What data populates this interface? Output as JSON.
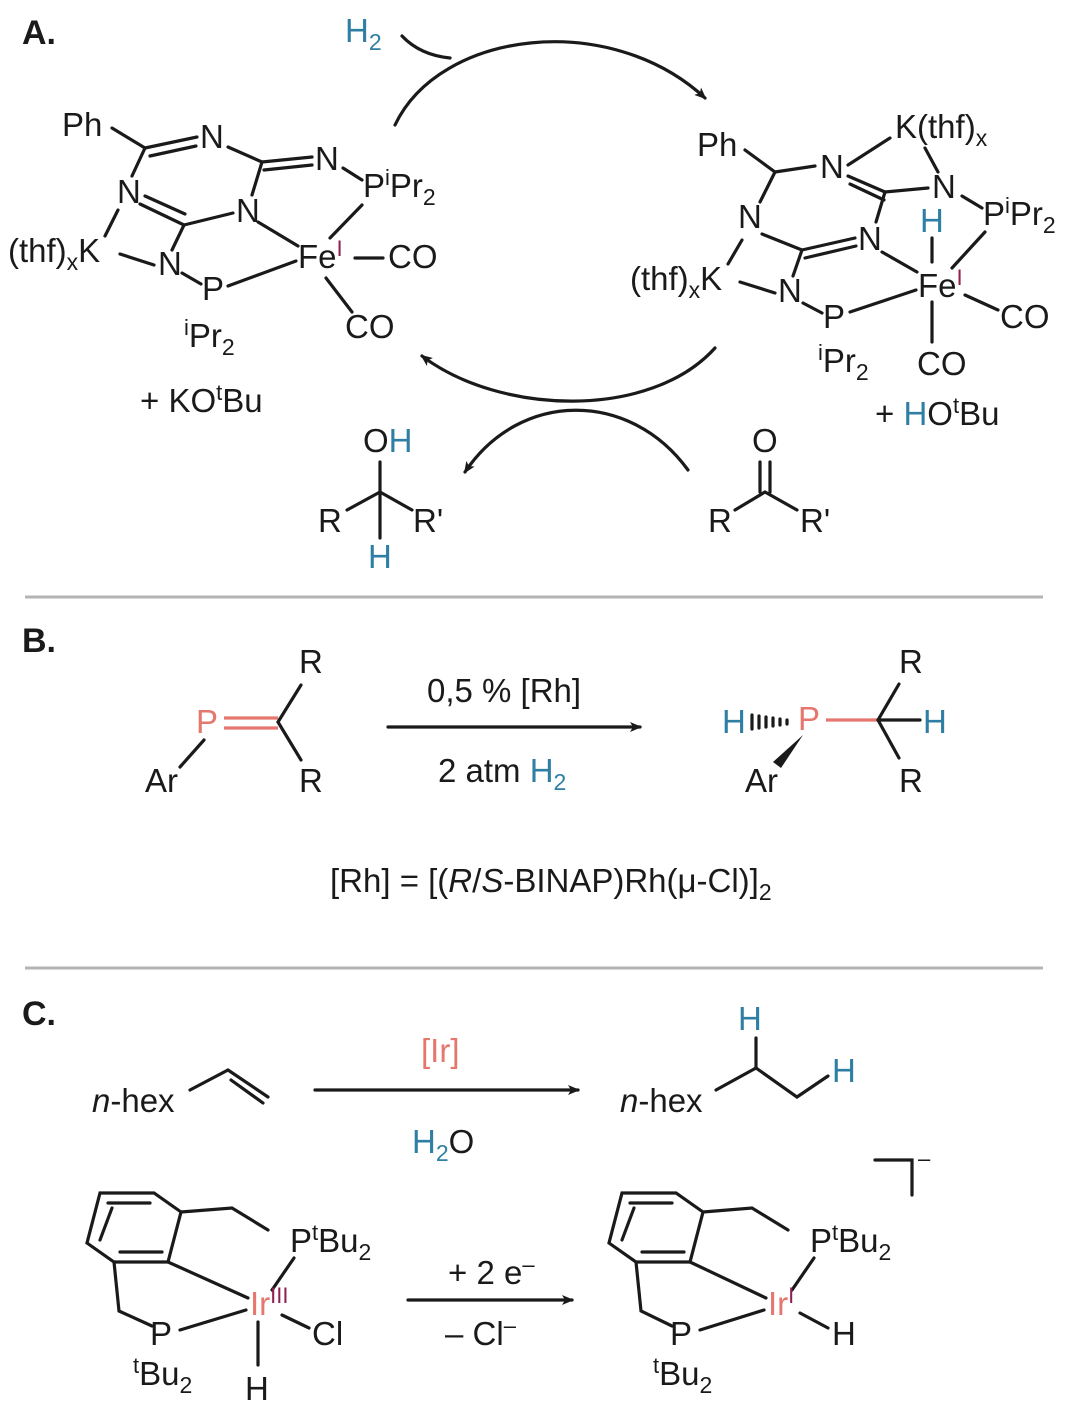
{
  "colors": {
    "hydrogen_highlight": "#2e7fa3",
    "phosphorus_iridium_highlight": "#e5776f",
    "oxidation_state": "#8e1f4e",
    "separator": "#b4b4b4"
  },
  "panel_a": {
    "label": "A.",
    "h2": {
      "main": "H",
      "sub": "2"
    },
    "left_complex": {
      "ph": "Ph",
      "n": "N",
      "p_main": "P",
      "ipr_sup": "i",
      "ipr_main": "Pr",
      "ipr_sub": "2",
      "thf": "(thf)",
      "x": "x",
      "k": "K",
      "fe": "Fe",
      "fe_ox": "I",
      "p": "P",
      "co": "CO"
    },
    "left_additive": {
      "prefix": "+ KO",
      "sup": "t",
      "suffix": "Bu"
    },
    "right_complex": {
      "ph": "Ph",
      "n": "N",
      "kthf": "K(thf)",
      "x": "x",
      "h": "H",
      "p_main": "P",
      "ipr_sup": "i",
      "ipr_main": "Pr",
      "ipr_sub": "2",
      "thf": "(thf)",
      "k": "K",
      "fe": "Fe",
      "fe_ox": "I",
      "p": "P",
      "co": "CO"
    },
    "right_additive": {
      "prefix": "+ ",
      "h": "H",
      "o": "O",
      "sup": "t",
      "suffix": "Bu"
    },
    "alcohol": {
      "o": "O",
      "h_oh": "H",
      "r": "R",
      "rp": "R'",
      "h": "H"
    },
    "ketone": {
      "o": "O",
      "r": "R",
      "rp": "R'"
    }
  },
  "panel_b": {
    "label": "B.",
    "reactant": {
      "p": "P",
      "r_top": "R",
      "r_bottom": "R",
      "ar": "Ar"
    },
    "conditions": {
      "above": "0,5 % [Rh]",
      "below_prefix": "2 atm ",
      "below_h": "H",
      "below_sub": "2"
    },
    "product": {
      "h_left": "H",
      "p": "P",
      "h_right": "H",
      "r_top": "R",
      "r_bottom": "R",
      "ar": "Ar"
    },
    "catalyst_def": {
      "pre": "[Rh] = [(",
      "r": "R",
      "slash": "/",
      "s": "S",
      "post": "-BINAP)Rh(μ-Cl)]",
      "sub": "2"
    }
  },
  "panel_c": {
    "label": "C.",
    "substrate": {
      "italic": "n",
      "text": "-hex"
    },
    "product": {
      "italic": "n",
      "text": "-hex",
      "h1": "H",
      "h2": "H"
    },
    "conditions": {
      "above": "[Ir]",
      "below_h": "H",
      "below_sub": "2",
      "below_o": "O"
    },
    "left_complex": {
      "p_top_main": "P",
      "tbu_sup": "t",
      "tbu_main": "Bu",
      "tbu_sub": "2",
      "ir": "Ir",
      "ir_ox": "III",
      "cl": "Cl",
      "h": "H",
      "p_bottom": "P"
    },
    "reduction": {
      "above_prefix": "+ 2 e",
      "above_sup": "–",
      "below_prefix": "– Cl",
      "below_sup": "–"
    },
    "right_complex": {
      "p_top_main": "P",
      "tbu_sup": "t",
      "tbu_main": "Bu",
      "tbu_sub": "2",
      "ir": "Ir",
      "ir_ox": "I",
      "h": "H",
      "p_bottom": "P",
      "charge": "–"
    }
  }
}
